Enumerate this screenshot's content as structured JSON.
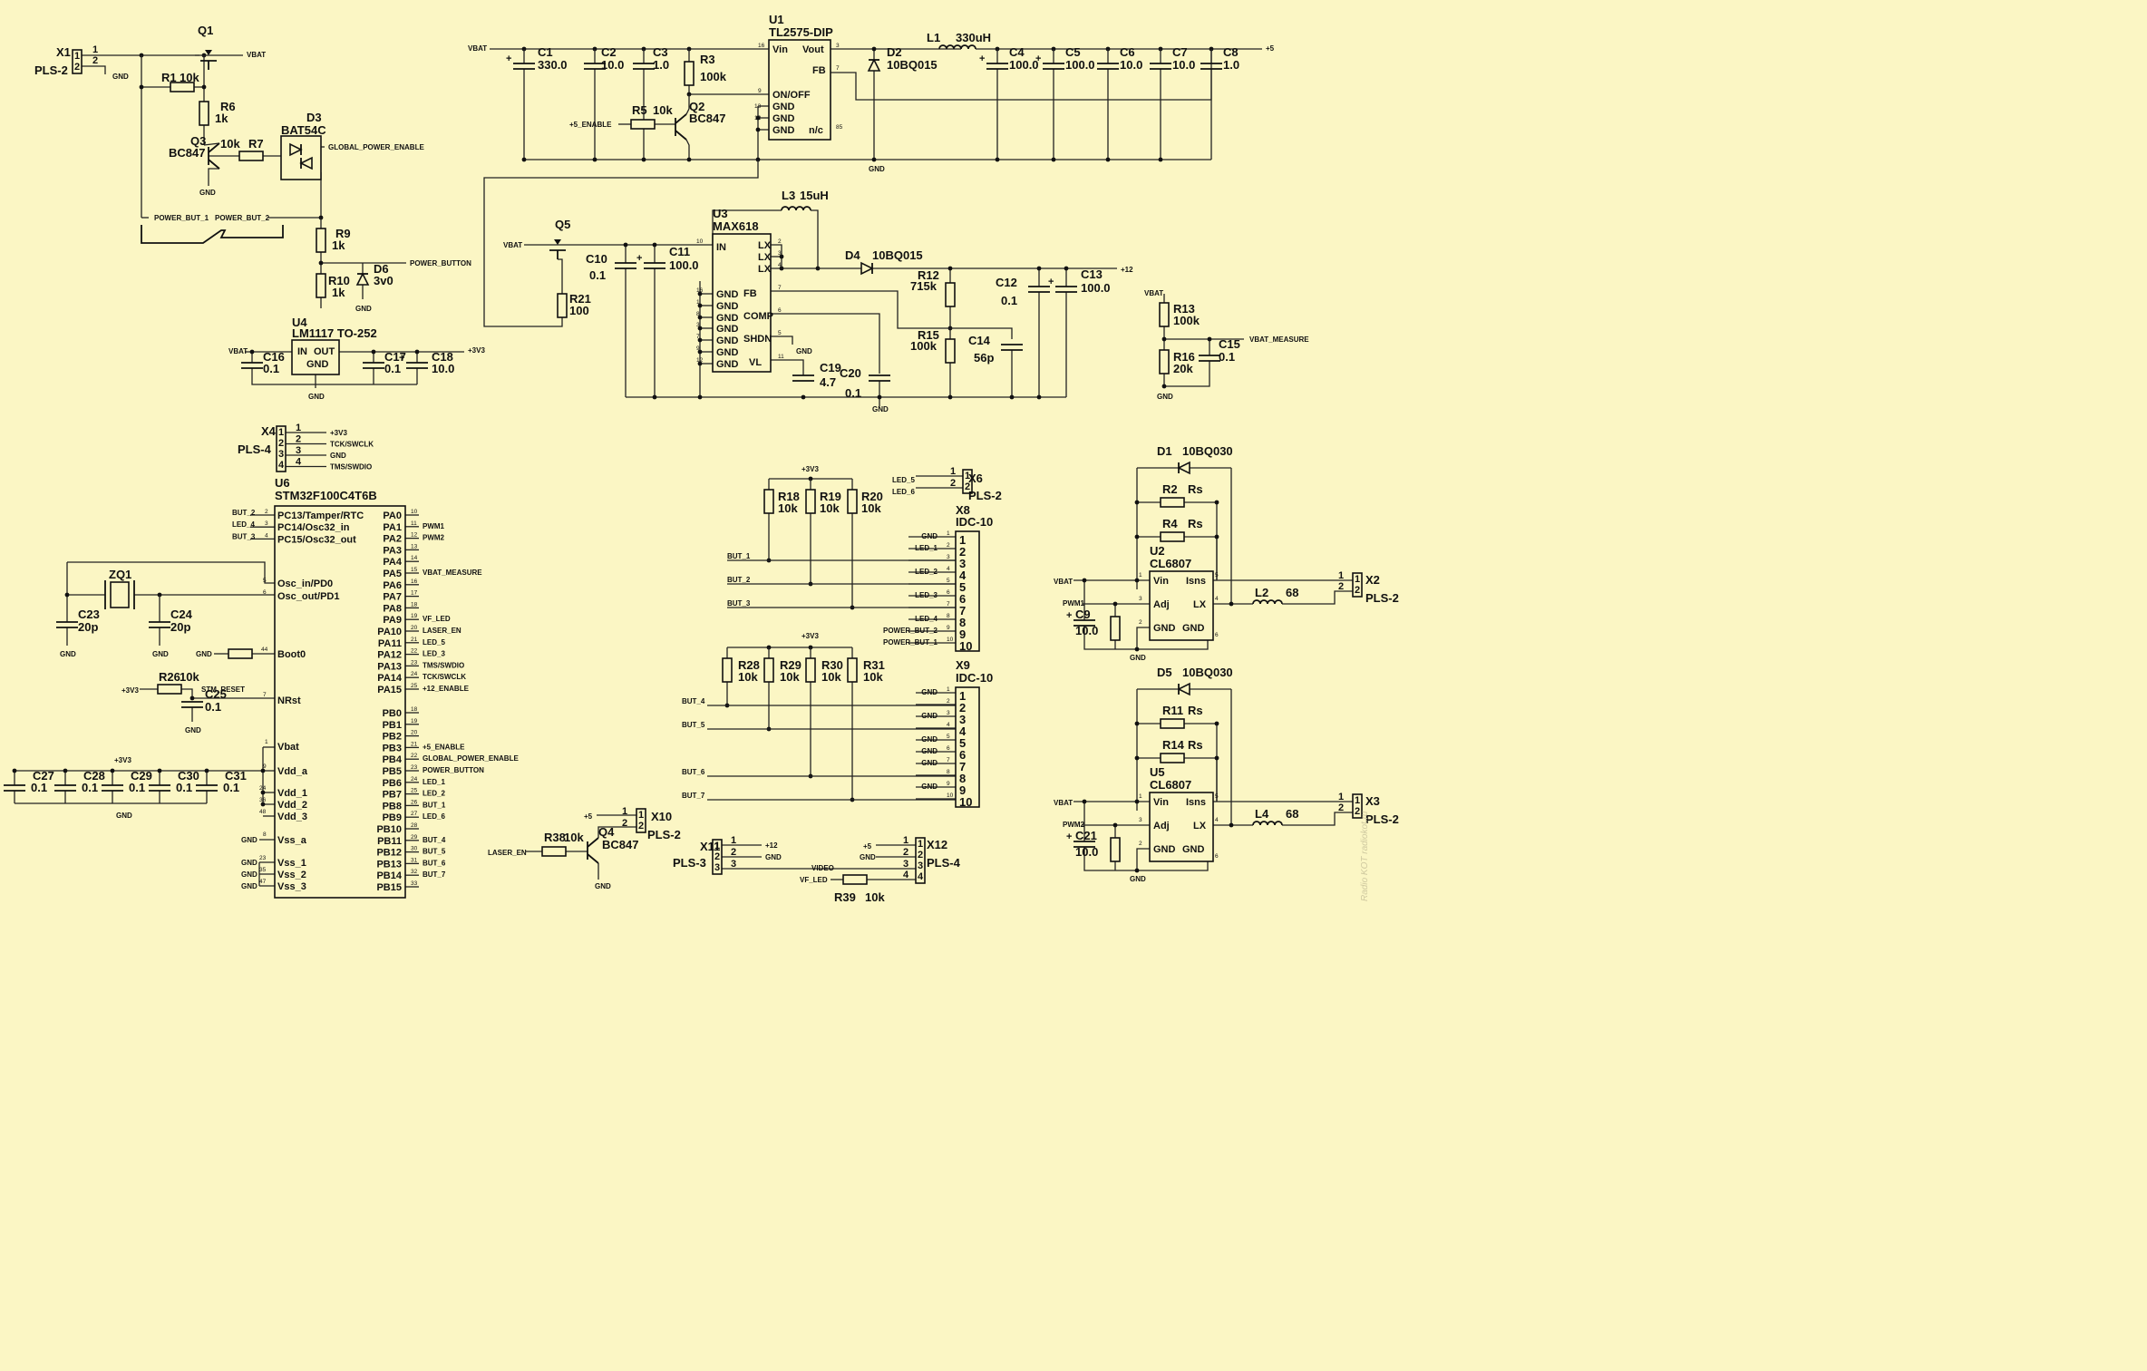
{
  "comps": {
    "x1": {
      "ref": "X1",
      "val": "PLS-2"
    },
    "q1": {
      "ref": "Q1"
    },
    "r1": {
      "ref": "R1",
      "val": "10k"
    },
    "r6": {
      "ref": "R6",
      "val": "1k"
    },
    "q3": {
      "ref": "Q3",
      "val": "BC847"
    },
    "r7": {
      "ref": "R7",
      "val": "10k"
    },
    "d3": {
      "ref": "D3",
      "val": "BAT54C"
    },
    "r9": {
      "ref": "R9",
      "val": "1k"
    },
    "r10": {
      "ref": "R10",
      "val": "1k"
    },
    "d6": {
      "ref": "D6",
      "val": "3v0"
    },
    "u4": {
      "ref": "U4",
      "val": "LM1117  TO-252",
      "in": "IN",
      "out": "OUT",
      "gnd": "GND"
    },
    "c16": {
      "ref": "C16",
      "val": "0.1"
    },
    "c17": {
      "ref": "C17",
      "val": "0.1"
    },
    "c18": {
      "ref": "C18",
      "val": "10.0"
    },
    "c1": {
      "ref": "C1",
      "val": "330.0"
    },
    "c2": {
      "ref": "C2",
      "val": "10.0"
    },
    "c3": {
      "ref": "C3",
      "val": "1.0"
    },
    "r3": {
      "ref": "R3",
      "val": "100k"
    },
    "r5": {
      "ref": "R5",
      "val": "10k"
    },
    "q2": {
      "ref": "Q2",
      "val": "BC847"
    },
    "u1": {
      "ref": "U1",
      "val": "TL2575-DIP",
      "pins": [
        "Vin",
        "Vout",
        "FB",
        "ON/OFF",
        "GND",
        "GND",
        "GND",
        "n/c"
      ]
    },
    "d2": {
      "ref": "D2",
      "val": "10BQ015"
    },
    "l1": {
      "ref": "L1",
      "val": "330uH"
    },
    "c4": {
      "ref": "C4",
      "val": "100.0"
    },
    "c5": {
      "ref": "C5",
      "val": "100.0"
    },
    "c6": {
      "ref": "C6",
      "val": "10.0"
    },
    "c7": {
      "ref": "C7",
      "val": "10.0"
    },
    "c8": {
      "ref": "C8",
      "val": "1.0"
    },
    "q5": {
      "ref": "Q5"
    },
    "r21": {
      "ref": "R21",
      "val": "100"
    },
    "c10": {
      "ref": "C10",
      "val": "0.1"
    },
    "c11": {
      "ref": "C11",
      "val": "100.0"
    },
    "u3": {
      "ref": "U3",
      "val": "MAX618",
      "pins_l": [
        "IN",
        "GND",
        "GND",
        "GND",
        "GND",
        "GND",
        "GND",
        "GND"
      ],
      "pins_r": [
        "LX",
        "LX",
        "LX",
        "FB",
        "COMP",
        "SHDN",
        "VL"
      ]
    },
    "l3": {
      "ref": "L3",
      "val": "15uH"
    },
    "d4": {
      "ref": "D4",
      "val": "10BQ015"
    },
    "r12": {
      "ref": "R12",
      "val": "715k"
    },
    "r15": {
      "ref": "R15",
      "val": "100k"
    },
    "c14": {
      "ref": "C14",
      "val": "56p"
    },
    "c12": {
      "ref": "C12",
      "val": "0.1"
    },
    "c13": {
      "ref": "C13",
      "val": "100.0"
    },
    "c19": {
      "ref": "C19",
      "val": "4.7"
    },
    "c20": {
      "ref": "C20",
      "val": "0.1"
    },
    "r13": {
      "ref": "R13",
      "val": "100k"
    },
    "r16": {
      "ref": "R16",
      "val": "20k"
    },
    "c15": {
      "ref": "C15",
      "val": "0.1"
    },
    "x4": {
      "ref": "X4",
      "val": "PLS-4"
    },
    "u6": {
      "ref": "U6",
      "val": "STM32F100C4T6B"
    },
    "zq1": {
      "ref": "ZQ1"
    },
    "c23": {
      "ref": "C23",
      "val": "20p"
    },
    "c24": {
      "ref": "C24",
      "val": "20p"
    },
    "r26": {
      "ref": "R26",
      "val": "10k"
    },
    "c25": {
      "ref": "C25",
      "val": "0.1"
    },
    "c27": {
      "ref": "C27",
      "val": "0.1"
    },
    "c28": {
      "ref": "C28",
      "val": "0.1"
    },
    "c29": {
      "ref": "C29",
      "val": "0.1"
    },
    "c30": {
      "ref": "C30",
      "val": "0.1"
    },
    "c31": {
      "ref": "C31",
      "val": "0.1"
    },
    "x10": {
      "ref": "X10",
      "val": "PLS-2"
    },
    "r38": {
      "ref": "R38",
      "val": "10k"
    },
    "q4": {
      "ref": "Q4",
      "val": "BC847"
    },
    "x11": {
      "ref": "X11",
      "val": "PLS-3"
    },
    "x12": {
      "ref": "X12",
      "val": "PLS-4"
    },
    "r39": {
      "ref": "R39",
      "val": "10k"
    },
    "x6": {
      "ref": "X6",
      "val": "PLS-2"
    },
    "x8": {
      "ref": "X8",
      "val": "IDC-10"
    },
    "x9": {
      "ref": "X9",
      "val": "IDC-10"
    },
    "r18": {
      "ref": "R18",
      "val": "10k"
    },
    "r19": {
      "ref": "R19",
      "val": "10k"
    },
    "r20": {
      "ref": "R20",
      "val": "10k"
    },
    "r28": {
      "ref": "R28",
      "val": "10k"
    },
    "r29": {
      "ref": "R29",
      "val": "10k"
    },
    "r30": {
      "ref": "R30",
      "val": "10k"
    },
    "r31": {
      "ref": "R31",
      "val": "10k"
    },
    "d1": {
      "ref": "D1",
      "val": "10BQ030"
    },
    "r2": {
      "ref": "R2",
      "val": "Rs"
    },
    "r4": {
      "ref": "R4",
      "val": "Rs"
    },
    "u2": {
      "ref": "U2",
      "val": "CL6807",
      "pins": [
        "Vin",
        "Isns",
        "Adj",
        "LX",
        "GND",
        "GND"
      ]
    },
    "l2": {
      "ref": "L2",
      "val": "68"
    },
    "x2": {
      "ref": "X2",
      "val": "PLS-2"
    },
    "c9": {
      "ref": "C9",
      "val": "10.0"
    },
    "d5": {
      "ref": "D5",
      "val": "10BQ030"
    },
    "r11": {
      "ref": "R11",
      "val": "Rs"
    },
    "r14": {
      "ref": "R14",
      "val": "Rs"
    },
    "u5": {
      "ref": "U5",
      "val": "CL6807",
      "pins": [
        "Vin",
        "Isns",
        "Adj",
        "LX",
        "GND",
        "GND"
      ]
    },
    "l4": {
      "ref": "L4",
      "val": "68"
    },
    "x3": {
      "ref": "X3",
      "val": "PLS-2"
    },
    "c21": {
      "ref": "C21",
      "val": "10.0"
    }
  },
  "nets": {
    "vbat": "VBAT",
    "gnd": "GND",
    "p5": "+5",
    "p12": "+12",
    "p3v3": "+3V3",
    "global_power_enable": "GLOBAL_POWER_ENABLE",
    "power_but_1": "POWER_BUT_1",
    "power_but_2": "POWER_BUT_2",
    "power_button": "POWER_BUTTON",
    "p5_enable": "+5_ENABLE",
    "vbat_measure": "VBAT_MEASURE",
    "tck_swclk": "TCK/SWCLK",
    "tms_swdio": "TMS/SWDIO",
    "stm_reset": "STM_RESET",
    "pwm1": "PWM1",
    "pwm2": "PWM2",
    "laser_en": "LASER_EN",
    "video": "VIDEO",
    "vf_led": "VF_LED"
  },
  "mcu": {
    "left_top": [
      {
        "net": "BUT_2",
        "pin": "PC13/Tamper/RTC"
      },
      {
        "net": "LED_4",
        "pin": "PC14/Osc32_in"
      },
      {
        "net": "BUT_3",
        "pin": "PC15/Osc32_out"
      }
    ],
    "osc": [
      "Osc_in/PD0",
      "Osc_out/PD1"
    ],
    "boot": "Boot0",
    "nrst": "NRst",
    "power": [
      "Vbat",
      "Vdd_a",
      "Vdd_1",
      "Vdd_2",
      "Vdd_3",
      "Vss_a",
      "Vss_1",
      "Vss_2",
      "Vss_3"
    ],
    "pa": [
      {
        "pin": "PA0",
        "net": ""
      },
      {
        "pin": "PA1",
        "net": "PWM1"
      },
      {
        "pin": "PA2",
        "net": "PWM2"
      },
      {
        "pin": "PA3",
        "net": ""
      },
      {
        "pin": "PA4",
        "net": ""
      },
      {
        "pin": "PA5",
        "net": "VBAT_MEASURE"
      },
      {
        "pin": "PA6",
        "net": ""
      },
      {
        "pin": "PA7",
        "net": ""
      },
      {
        "pin": "PA8",
        "net": ""
      },
      {
        "pin": "PA9",
        "net": "VF_LED"
      },
      {
        "pin": "PA10",
        "net": "LASER_EN"
      },
      {
        "pin": "PA11",
        "net": "LED_5"
      },
      {
        "pin": "PA12",
        "net": "LED_3"
      },
      {
        "pin": "PA13",
        "net": "TMS/SWDIO"
      },
      {
        "pin": "PA14",
        "net": "TCK/SWCLK"
      },
      {
        "pin": "PA15",
        "net": "+12_ENABLE"
      }
    ],
    "pb": [
      {
        "pin": "PB0",
        "net": ""
      },
      {
        "pin": "PB1",
        "net": ""
      },
      {
        "pin": "PB2",
        "net": ""
      },
      {
        "pin": "PB3",
        "net": "+5_ENABLE"
      },
      {
        "pin": "PB4",
        "net": "GLOBAL_POWER_ENABLE"
      },
      {
        "pin": "PB5",
        "net": "POWER_BUTTON"
      },
      {
        "pin": "PB6",
        "net": "LED_1"
      },
      {
        "pin": "PB7",
        "net": "LED_2"
      },
      {
        "pin": "PB8",
        "net": "BUT_1"
      },
      {
        "pin": "PB9",
        "net": "LED_6"
      },
      {
        "pin": "PB10",
        "net": ""
      },
      {
        "pin": "PB11",
        "net": "BUT_4"
      },
      {
        "pin": "PB12",
        "net": "BUT_5"
      },
      {
        "pin": "PB13",
        "net": "BUT_6"
      },
      {
        "pin": "PB14",
        "net": "BUT_7"
      },
      {
        "pin": "PB15",
        "net": ""
      }
    ]
  },
  "x8_nets": [
    "GND",
    "LED_1",
    "",
    "LED_2",
    "",
    "LED_3",
    "",
    "LED_4",
    "POWER_BUT_2",
    "POWER_BUT_1"
  ],
  "x9_nets": [
    "GND",
    "",
    "GND",
    "",
    "GND",
    "GND",
    "GND",
    "",
    "GND",
    ""
  ],
  "x8_buts": [
    "BUT_1",
    "BUT_2",
    "BUT_3"
  ],
  "x9_buts": [
    "BUT_4",
    "BUT_5",
    "BUT_6",
    "BUT_7"
  ],
  "x6_nets": [
    "LED_5",
    "LED_6"
  ],
  "watermark": "Radio KOT  radiokot.ru"
}
